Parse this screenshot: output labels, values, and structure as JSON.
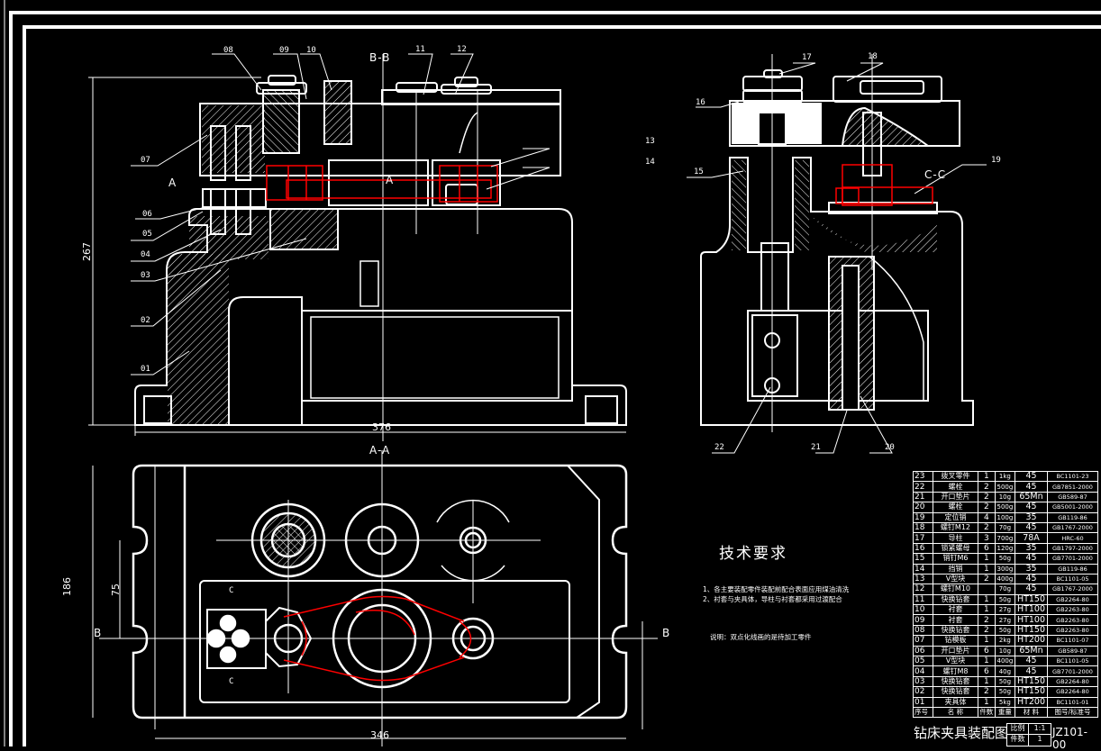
{
  "drawing": {
    "title": "钻床夹具装配图",
    "drawing_number": "JZ101-00",
    "scale_label": "比例",
    "scale_value": "1:1",
    "quantity_label": "件数",
    "quantity_value": "1",
    "colors": {
      "background": "#000000",
      "lines": "#ffffff",
      "workpiece": "#ff0000"
    }
  },
  "views": {
    "front_section": {
      "label": "B-B",
      "section_marker_a": "A",
      "section_marker_a2": "A"
    },
    "side_section": {
      "label": "C-C"
    },
    "plan_section": {
      "label": "A-A",
      "marker_b_left": "B",
      "marker_b_right": "B",
      "marker_c_top": "C",
      "marker_c_bottom": "C"
    }
  },
  "dimensions": {
    "front_height": "267",
    "front_width": "376",
    "plan_height": "186",
    "plan_offset": "75",
    "plan_width": "346"
  },
  "callouts": {
    "c01": "01",
    "c02": "02",
    "c03": "03",
    "c04": "04",
    "c05": "05",
    "c06": "06",
    "c07": "07",
    "c08": "08",
    "c09": "09",
    "c10": "10",
    "c11": "11",
    "c12": "12",
    "c13": "13",
    "c14": "14",
    "c15": "15",
    "c16": "16",
    "c17": "17",
    "c18": "18",
    "c19": "19",
    "c20": "20",
    "c21": "21",
    "c22": "22"
  },
  "technical_requirements": {
    "title": "技术要求",
    "items": [
      "1、各主要装配零件装配前配合表面应用煤油清洗",
      "2、衬套与夹具体，导柱与衬套都采用过渡配合"
    ],
    "note": "说明：双点化线画的是待加工零件"
  },
  "parts_list": {
    "header": {
      "no": "序号",
      "name": "名    称",
      "qty": "件数",
      "weight": "重量",
      "material": "材 料",
      "standard": "图号/标准号"
    },
    "rows": [
      {
        "no": "23",
        "name": "拨叉零件",
        "qty": "1",
        "weight": "1kg",
        "material": "45",
        "standard": "BC1101-23"
      },
      {
        "no": "22",
        "name": "螺栓",
        "qty": "2",
        "weight": "500g",
        "material": "45",
        "standard": "GB7851-2000"
      },
      {
        "no": "21",
        "name": "开口垫片",
        "qty": "2",
        "weight": "10g",
        "material": "65Mn",
        "standard": "GB589-87"
      },
      {
        "no": "20",
        "name": "螺栓",
        "qty": "2",
        "weight": "500g",
        "material": "45",
        "standard": "GB5001-2000"
      },
      {
        "no": "19",
        "name": "定位销",
        "qty": "4",
        "weight": "100g",
        "material": "35",
        "standard": "GB119-86"
      },
      {
        "no": "18",
        "name": "螺钉M12",
        "qty": "2",
        "weight": "70g",
        "material": "45",
        "standard": "GB1767-2000"
      },
      {
        "no": "17",
        "name": "导柱",
        "qty": "3",
        "weight": "700g",
        "material": "78A",
        "standard": "HRC-60"
      },
      {
        "no": "16",
        "name": "锁紧螺母",
        "qty": "6",
        "weight": "120g",
        "material": "35",
        "standard": "GB1797-2000"
      },
      {
        "no": "15",
        "name": "销钉M6",
        "qty": "1",
        "weight": "50g",
        "material": "45",
        "standard": "GB7701-2000"
      },
      {
        "no": "14",
        "name": "挡销",
        "qty": "1",
        "weight": "300g",
        "material": "35",
        "standard": "GB119-86"
      },
      {
        "no": "13",
        "name": "V型块",
        "qty": "2",
        "weight": "400g",
        "material": "45",
        "standard": "BC1101-05"
      },
      {
        "no": "12",
        "name": "螺钉M10",
        "qty": "",
        "weight": "70g",
        "material": "45",
        "standard": "GB1767-2000"
      },
      {
        "no": "11",
        "name": "快换钻套",
        "qty": "1",
        "weight": "50g",
        "material": "HT150",
        "standard": "GB2264-80"
      },
      {
        "no": "10",
        "name": "衬套",
        "qty": "1",
        "weight": "27g",
        "material": "HT100",
        "standard": "GB2263-80"
      },
      {
        "no": "09",
        "name": "衬套",
        "qty": "2",
        "weight": "27g",
        "material": "HT100",
        "standard": "GB2263-80"
      },
      {
        "no": "08",
        "name": "快换钻套",
        "qty": "2",
        "weight": "50g",
        "material": "HT150",
        "standard": "GB2263-80"
      },
      {
        "no": "07",
        "name": "钻模板",
        "qty": "1",
        "weight": "2kg",
        "material": "HT200",
        "standard": "BC1101-07"
      },
      {
        "no": "06",
        "name": "开口垫片",
        "qty": "6",
        "weight": "10g",
        "material": "65Mn",
        "standard": "GB589-87"
      },
      {
        "no": "05",
        "name": "V型块",
        "qty": "1",
        "weight": "400g",
        "material": "45",
        "standard": "BC1101-05"
      },
      {
        "no": "04",
        "name": "螺钉M8",
        "qty": "6",
        "weight": "40g",
        "material": "45",
        "standard": "GB7701-2000"
      },
      {
        "no": "03",
        "name": "快换钻套",
        "qty": "1",
        "weight": "50g",
        "material": "HT150",
        "standard": "GB2264-80"
      },
      {
        "no": "02",
        "name": "快换钻套",
        "qty": "2",
        "weight": "50g",
        "material": "HT150",
        "standard": "GB2264-80"
      },
      {
        "no": "01",
        "name": "夹具体",
        "qty": "1",
        "weight": "5kg",
        "material": "HT200",
        "standard": "BC1101-01"
      }
    ]
  }
}
